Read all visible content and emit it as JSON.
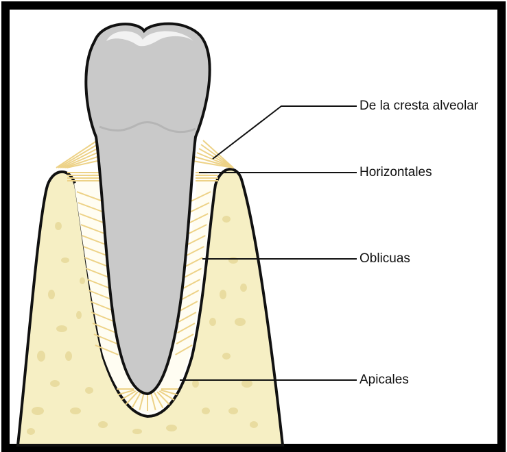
{
  "labels": {
    "crest": "De la cresta alveolar",
    "horizontal": "Horizontales",
    "oblique": "Oblicuas",
    "apical": "Apicales"
  },
  "colors": {
    "frame": "#000000",
    "bone": "#f6efc4",
    "bone_pore": "#e9dca0",
    "fibers": "#edd287",
    "tooth": "#c9c9c9",
    "tooth_highlight": "#f2f2f2",
    "outline": "#111111"
  }
}
